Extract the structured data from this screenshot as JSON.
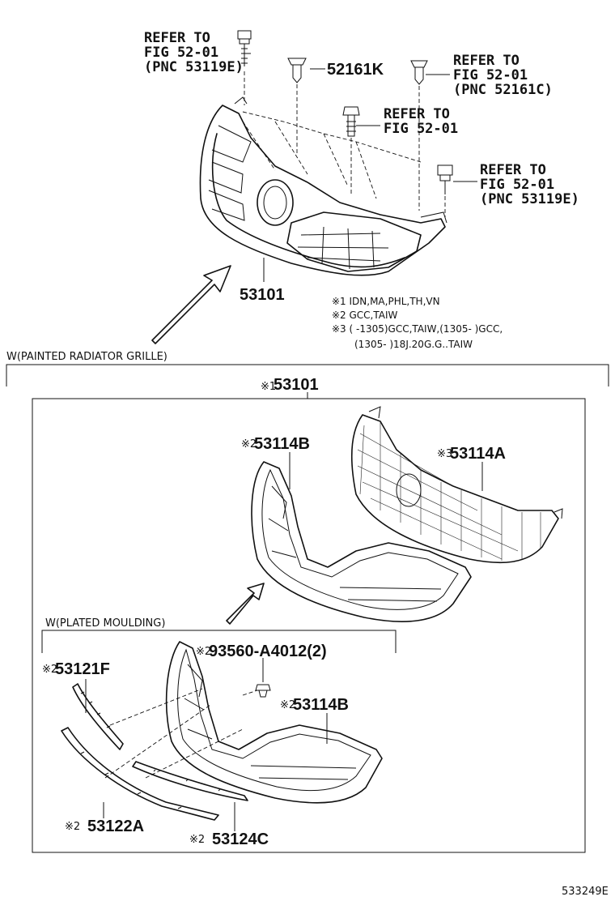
{
  "refs": {
    "ref_top_left": [
      "REFER TO",
      "FIG 52-01",
      "(PNC 53119E)"
    ],
    "ref_top_right": [
      "REFER TO",
      "FIG 52-01",
      "(PNC 52161C)"
    ],
    "ref_center": [
      "REFER TO",
      "FIG 52-01"
    ],
    "ref_right": [
      "REFER TO",
      "FIG 52-01",
      "(PNC 53119E)"
    ]
  },
  "parts": {
    "p52161K": "52161K",
    "p53101_top": "53101",
    "p53101_box": "53101",
    "p53114B_upper": "53114B",
    "p53114A": "53114A",
    "p93560": "93560-A4012(2)",
    "p53121F": "53121F",
    "p53114B_lower": "53114B",
    "p53122A": "53122A",
    "p53124C": "53124C"
  },
  "marks": {
    "m1": "※1",
    "m2": "※2",
    "m3": "※3"
  },
  "notes": [
    "※1 IDN,MA,PHL,TH,VN",
    "※2 GCC,TAIW",
    "※3 (      -1305)GCC,TAIW,(1305-       )GCC,",
    "(1305-       )18J.20G.G..TAIW"
  ],
  "sections": {
    "painted": "W(PAINTED RADIATOR GRILLE)",
    "plated": "W(PLATED MOULDING)"
  },
  "figure_id": "533249E"
}
